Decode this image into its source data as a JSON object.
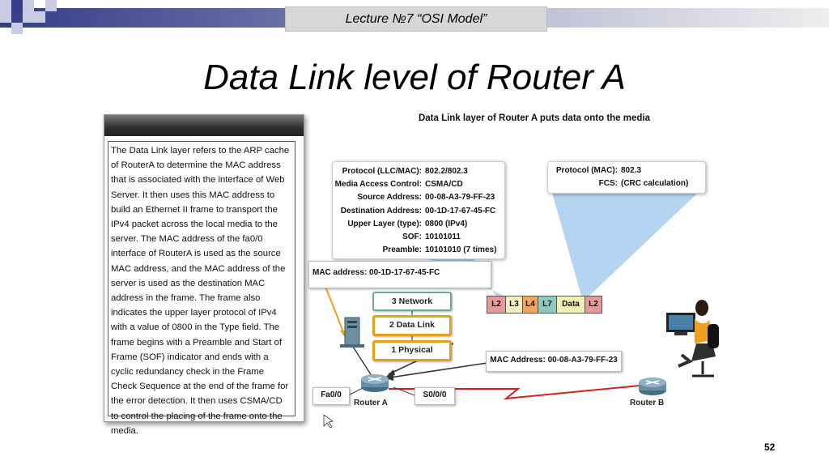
{
  "header": {
    "lecture_label": "Lecture  №7 “OSI Model”"
  },
  "slide": {
    "title": "Data Link level of Router A",
    "page_number": "52"
  },
  "panel": {
    "text": "The Data Link layer refers to the ARP cache of RouterA to determine the MAC address that is associated with the interface of Web Server. It then uses this MAC address to build an Ethernet II frame to transport the IPv4 packet across the local media to the server. The MAC address of the fa0/0 interface of RouterA is used as the source MAC address, and the MAC address of the server is used as the destination MAC address in the frame. The frame also indicates the upper layer protocol of IPv4 with a value of 0800 in the Type field. The frame begins with a Preamble and Start of Frame (SOF) indicator and ends with a cyclic redundancy check in the Frame Check Sequence at the end of the frame for the error detection. It then uses CSMA/CD to control the placing of the frame onto the media."
  },
  "diagram": {
    "title": "Data Link layer of Router A puts data onto the media",
    "header_box": [
      {
        "key": "Protocol (LLC/MAC):",
        "value": "802.2/802.3"
      },
      {
        "key": "Media Access Control:",
        "value": "CSMA/CD"
      },
      {
        "key": "Source Address:",
        "value": "00-08-A3-79-FF-23"
      },
      {
        "key": "Destination Address:",
        "value": "00-1D-17-67-45-FC"
      },
      {
        "key": "Upper Layer (type):",
        "value": "0800 (IPv4)"
      },
      {
        "key": "SOF:",
        "value": "10101011"
      },
      {
        "key": "Preamble:",
        "value": "10101010 (7 times)"
      }
    ],
    "trailer_box": [
      {
        "key": "Protocol (MAC):",
        "value": "802.3"
      },
      {
        "key": "FCS:",
        "value": "(CRC calculation)"
      }
    ],
    "server_mac": "MAC address: 00-1D-17-67-45-FC",
    "router_mac": "MAC Address: 00-08-A3-79-FF-23",
    "layers": [
      "3 Network",
      "2 Data Link",
      "1 Physical"
    ],
    "frame": [
      {
        "label": "L2",
        "color": "#e89898"
      },
      {
        "label": "L3",
        "color": "#f4eec0"
      },
      {
        "label": "L4",
        "color": "#f2a65a"
      },
      {
        "label": "L7",
        "color": "#8fc7c3"
      },
      {
        "label": "Data",
        "color": "#f3f0b4"
      },
      {
        "label": "L2",
        "color": "#e89898"
      }
    ],
    "interface_fa": "Fa0/0",
    "interface_s": "S0/0/0",
    "router_a": "Router A",
    "router_b": "Router B",
    "colors": {
      "serial_link": "#d41f1f",
      "arrow": "#f0a020",
      "cone": "#a7cdf0",
      "router": "#6a8da1"
    }
  }
}
